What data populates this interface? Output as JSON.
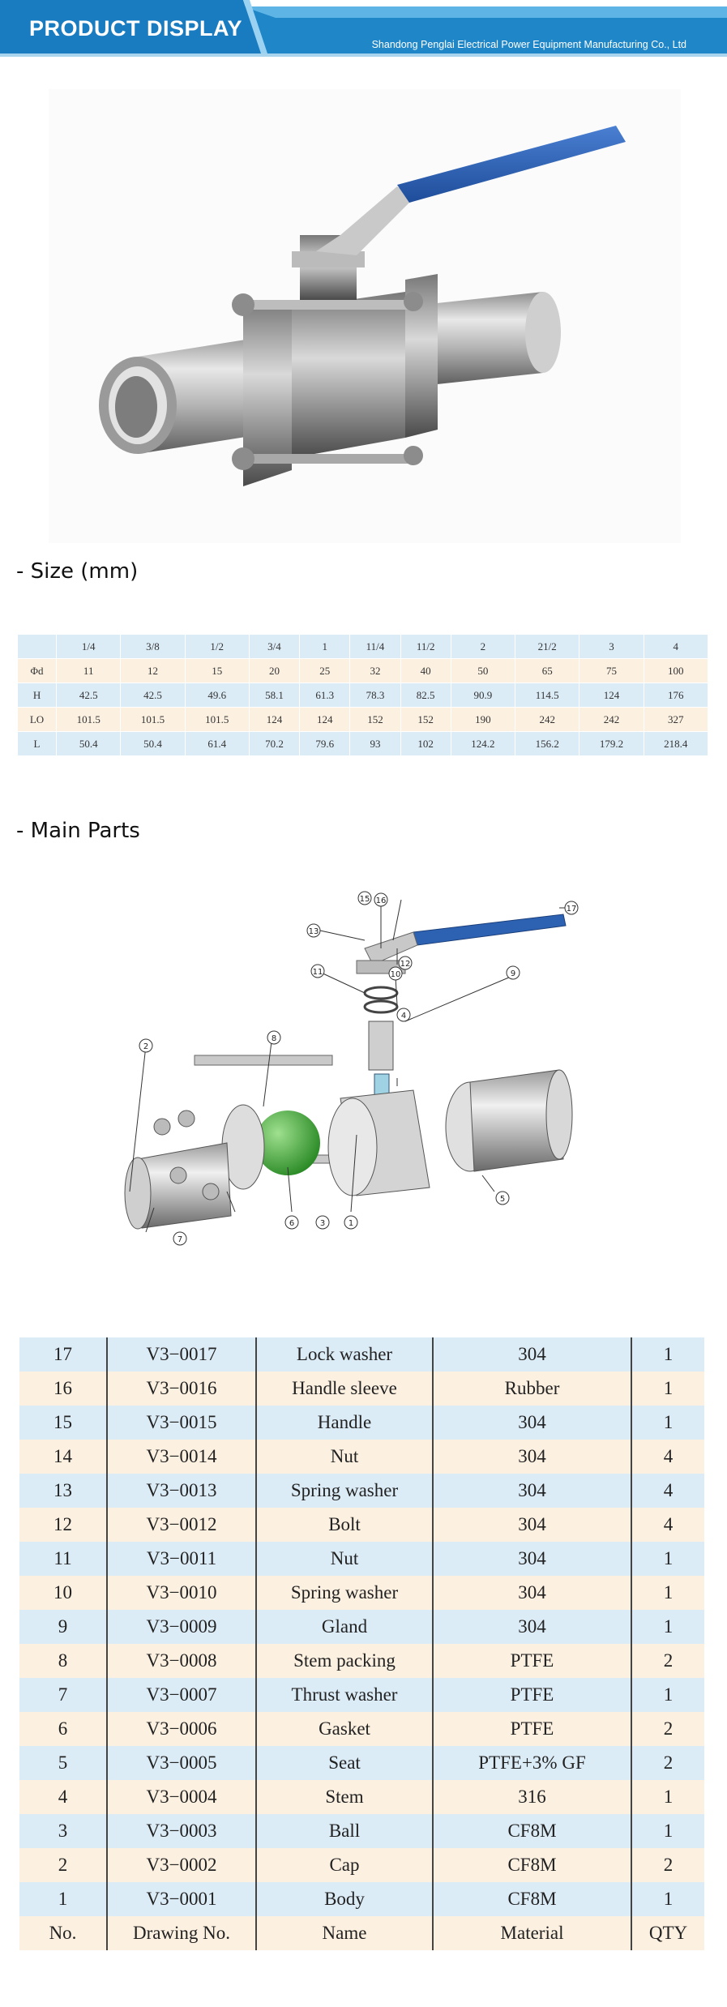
{
  "banner": {
    "title": "PRODUCT DISPLAY",
    "subtitle": "Shandong Penglai Electrical Power Equipment Manufacturing Co., Ltd"
  },
  "colors": {
    "banner_blue": "#1f86c8",
    "banner_light": "#5fb4e6",
    "row_blue": "#dcecf7",
    "row_cream": "#fcf0e1",
    "handle_blue": "#2d62b3",
    "ball_green": "#3aa832"
  },
  "sections": {
    "size_heading": "- Size (mm)",
    "parts_heading": "- Main Parts"
  },
  "size_table": {
    "header": [
      "",
      "1/4",
      "3/8",
      "1/2",
      "3/4",
      "1",
      "11/4",
      "11/2",
      "2",
      "21/2",
      "3",
      "4"
    ],
    "rows": [
      [
        "Φd",
        "11",
        "12",
        "15",
        "20",
        "25",
        "32",
        "40",
        "50",
        "65",
        "75",
        "100"
      ],
      [
        "H",
        "42.5",
        "42.5",
        "49.6",
        "58.1",
        "61.3",
        "78.3",
        "82.5",
        "90.9",
        "114.5",
        "124",
        "176"
      ],
      [
        "LO",
        "101.5",
        "101.5",
        "101.5",
        "124",
        "124",
        "152",
        "152",
        "190",
        "242",
        "242",
        "327"
      ],
      [
        "L",
        "50.4",
        "50.4",
        "61.4",
        "70.2",
        "79.6",
        "93",
        "102",
        "124.2",
        "156.2",
        "179.2",
        "218.4"
      ]
    ]
  },
  "diagram_labels": [
    "1",
    "2",
    "3",
    "4",
    "5",
    "6",
    "7",
    "8",
    "9",
    "10",
    "11",
    "12",
    "13",
    "15",
    "16",
    "17"
  ],
  "parts_table": {
    "rows": [
      [
        "17",
        "V3−0017",
        "Lock  washer",
        "304",
        "1"
      ],
      [
        "16",
        "V3−0016",
        "Handle sleeve",
        "Rubber",
        "1"
      ],
      [
        "15",
        "V3−0015",
        "Handle",
        "304",
        "1"
      ],
      [
        "14",
        "V3−0014",
        "Nut",
        "304",
        "4"
      ],
      [
        "13",
        "V3−0013",
        "Spring  washer",
        "304",
        "4"
      ],
      [
        "12",
        "V3−0012",
        "Bolt",
        "304",
        "4"
      ],
      [
        "11",
        "V3−0011",
        "Nut",
        "304",
        "1"
      ],
      [
        "10",
        "V3−0010",
        "Spring  washer",
        "304",
        "1"
      ],
      [
        "9",
        "V3−0009",
        "Gland",
        "304",
        "1"
      ],
      [
        "8",
        "V3−0008",
        "Stem  packing",
        "PTFE",
        "2"
      ],
      [
        "7",
        "V3−0007",
        "Thrust  washer",
        "PTFE",
        "1"
      ],
      [
        "6",
        "V3−0006",
        "Gasket",
        "PTFE",
        "2"
      ],
      [
        "5",
        "V3−0005",
        "Seat",
        "PTFE+3% GF",
        "2"
      ],
      [
        "4",
        "V3−0004",
        "Stem",
        "316",
        "1"
      ],
      [
        "3",
        "V3−0003",
        "Ball",
        "CF8M",
        "1"
      ],
      [
        "2",
        "V3−0002",
        "Cap",
        "CF8M",
        "2"
      ],
      [
        "1",
        "V3−0001",
        "Body",
        "CF8M",
        "1"
      ]
    ],
    "header": [
      "No.",
      "Drawing  No.",
      "Name",
      "Material",
      "QTY"
    ]
  }
}
